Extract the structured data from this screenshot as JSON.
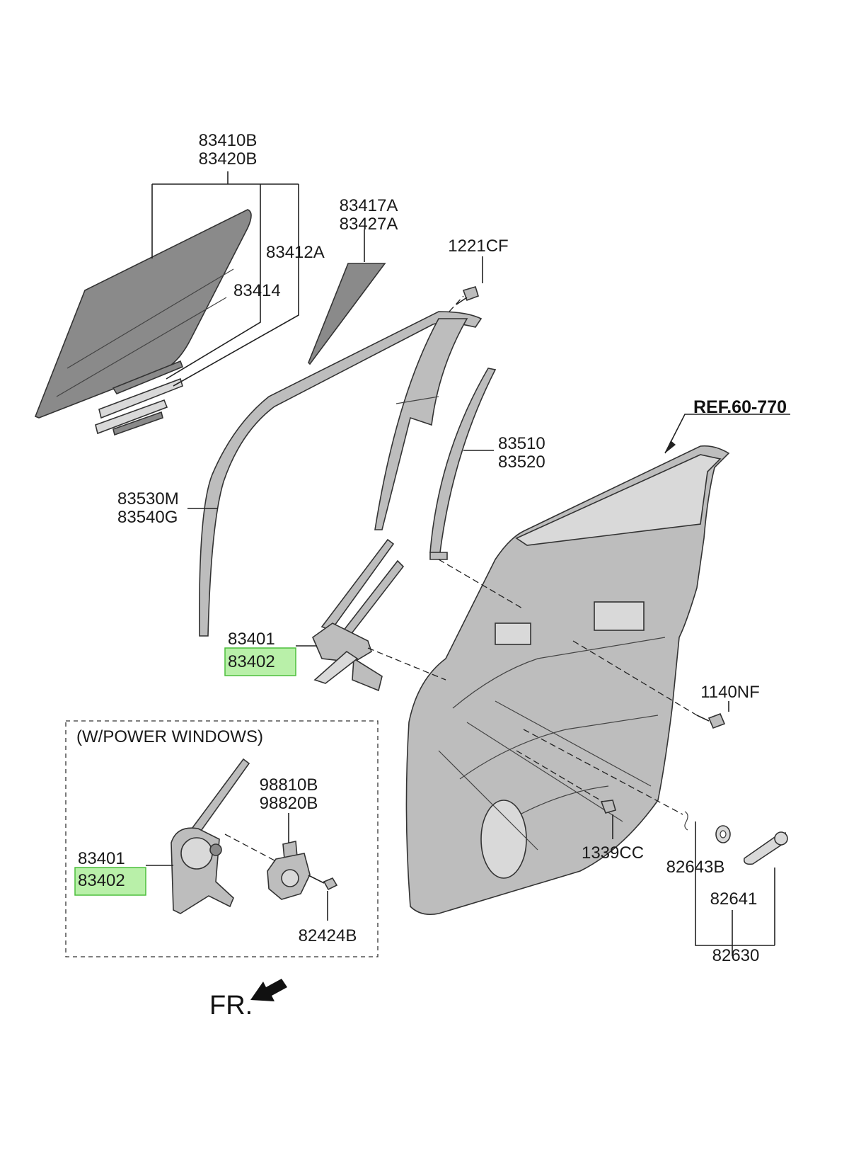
{
  "labels": {
    "glass_main_1": "83410B",
    "glass_main_2": "83420B",
    "glass_fixed_1": "83417A",
    "glass_fixed_2": "83427A",
    "channel_a": "83412A",
    "channel_b": "83414",
    "screw": "1221CF",
    "ref": "REF.60-770",
    "channel_front_1": "83510",
    "channel_front_2": "83520",
    "run_1": "83530M",
    "run_2": "83540G",
    "regulator_1": "83401",
    "regulator_2": "83402",
    "bolt": "1140NF",
    "power_windows_title": "(W/POWER WINDOWS)",
    "motor_1": "98810B",
    "motor_2": "98820B",
    "pw_regulator_1": "83401",
    "pw_regulator_2": "83402",
    "motor_bolt": "82424B",
    "nut": "1339CC",
    "clip": "82643B",
    "washer": "82641",
    "handle": "82630",
    "front": "FR."
  },
  "highlight_color": "#b9f0a9",
  "highlight_border": "#4cbf3c"
}
